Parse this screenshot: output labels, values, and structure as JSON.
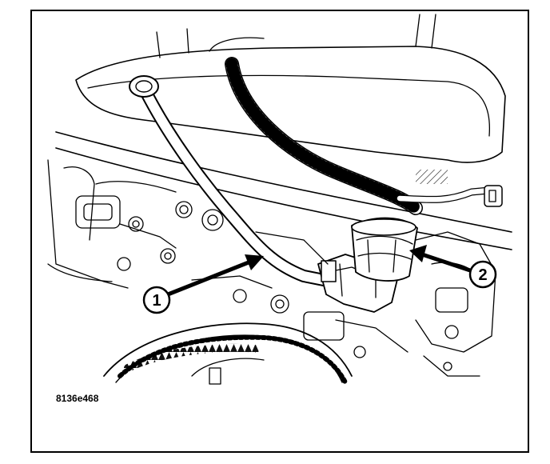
{
  "figure": {
    "figure_id": "8136e468",
    "callouts": [
      {
        "number": "1",
        "label_name": "callout-1"
      },
      {
        "number": "2",
        "label_name": "callout-2"
      }
    ],
    "colors": {
      "ink": "#000000",
      "paper": "#ffffff",
      "hatch": "#333333"
    }
  }
}
